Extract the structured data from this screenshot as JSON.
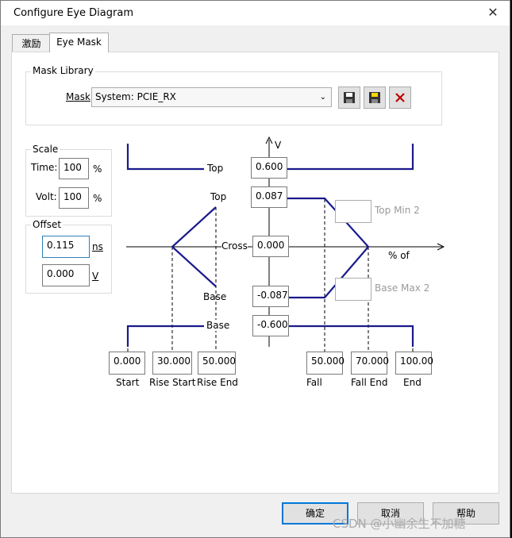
{
  "window": {
    "title": "Configure Eye Diagram",
    "close_glyph": "✕"
  },
  "tabs": [
    {
      "label": "激励"
    },
    {
      "label": "Eye Mask"
    }
  ],
  "mask_library": {
    "legend": "Mask Library",
    "mask_label": "Mask",
    "selected": "System: PCIE_RX",
    "icons": [
      "save-icon",
      "save-as-icon",
      "delete-icon"
    ]
  },
  "scale": {
    "legend": "Scale",
    "time_label": "Time:",
    "time_value": "100",
    "time_unit": "%",
    "volt_label": "Volt:",
    "volt_value": "100",
    "volt_unit": "%"
  },
  "offset": {
    "legend": "Offset",
    "time_value": "0.115",
    "time_unit": "ns",
    "volt_value": "0.000",
    "volt_unit": "V"
  },
  "diagram": {
    "v_axis_label": "V",
    "x_axis_label": "% of",
    "top_outer_label": "Top",
    "top_inner_label": "Top",
    "cross_label": "Cross",
    "base_inner_label": "Base",
    "base_outer_label": "Base",
    "top_outer_value": "0.600",
    "top_inner_value": "0.087",
    "cross_value": "0.000",
    "base_inner_value": "-0.087",
    "base_outer_value": "-0.600",
    "top_min2_label": "Top Min 2",
    "base_max2_label": "Base Max 2",
    "x_values": [
      {
        "value": "0.000",
        "label": "Start"
      },
      {
        "value": "30.000",
        "label": "Rise Start"
      },
      {
        "value": "50.000",
        "label": "Rise End"
      },
      {
        "value": "50.000",
        "label": "Fall"
      },
      {
        "value": "70.000",
        "label": "Fall End"
      },
      {
        "value": "100.00",
        "label": "End"
      }
    ],
    "line_color": "#1a1a8c"
  },
  "buttons": {
    "ok": "确定",
    "cancel": "取消",
    "help": "帮助"
  },
  "watermark": "CSDN @小幽余生不加糖"
}
